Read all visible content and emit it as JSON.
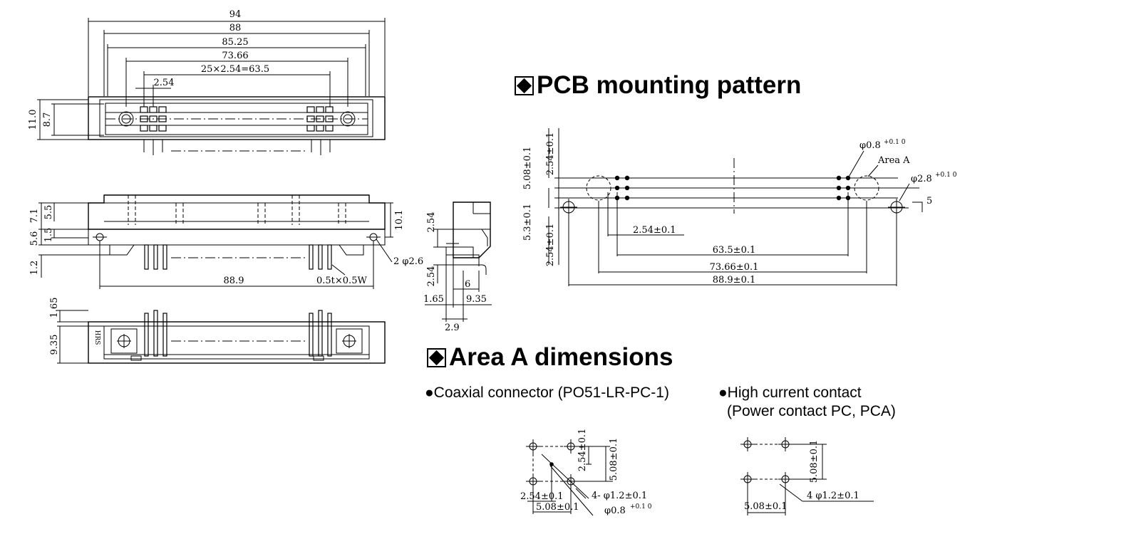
{
  "headings": {
    "pcb_pattern": "PCB mounting pattern",
    "area_a": "Area A dimensions"
  },
  "subsections": {
    "coaxial": "●Coaxial connector (PO51-LR-PC-1)",
    "high_current": "●High current contact",
    "high_current_sub": "(Power contact PC, PCA)"
  },
  "top_view": {
    "dims": [
      "94",
      "88",
      "85.25",
      "73.66",
      "25×2.54=63.5",
      "2.54"
    ],
    "height_outer": "11.0",
    "height_inner": "8.7"
  },
  "side_view": {
    "left_dims": [
      "7.1",
      "5.5",
      "5.6",
      "1.5",
      "1.2"
    ],
    "height": "10.1",
    "width": "88.9",
    "hole_label": "2 φ2.6",
    "pin_label": "0.5t×0.5W"
  },
  "profile_view": {
    "dims": [
      "2.54",
      "2.54",
      "1.65",
      "6",
      "9.35",
      "2.9"
    ]
  },
  "bottom_view": {
    "left_dims": [
      "1.65",
      "9.35"
    ],
    "marking": "HRS"
  },
  "pcb_view": {
    "vert_dims": [
      "2.54±0.1",
      "5.08±0.1",
      "5.3±0.1",
      "2.54±0.1"
    ],
    "horiz_dims": [
      "2.54±0.1",
      "63.5±0.1",
      "73.66±0.1",
      "88.9±0.1"
    ],
    "hole_small": "φ0.8",
    "hole_large": "φ2.8",
    "tol_small": "+0.1 0",
    "tol_large": "+0.1 0",
    "area_label": "Area A",
    "side_mark": "5"
  },
  "coax_view": {
    "v1": "2.54±0.1",
    "v2": "5.08±0.1",
    "h1": "2.54±0.1",
    "h2": "5.08±0.1",
    "hole_large": "4- φ1.2±0.1",
    "hole_small": "φ0.8",
    "tol": "+0.1 0"
  },
  "power_view": {
    "v1": "5.08±0.1",
    "h1": "5.08±0.1",
    "hole": "4 φ1.2±0.1"
  }
}
